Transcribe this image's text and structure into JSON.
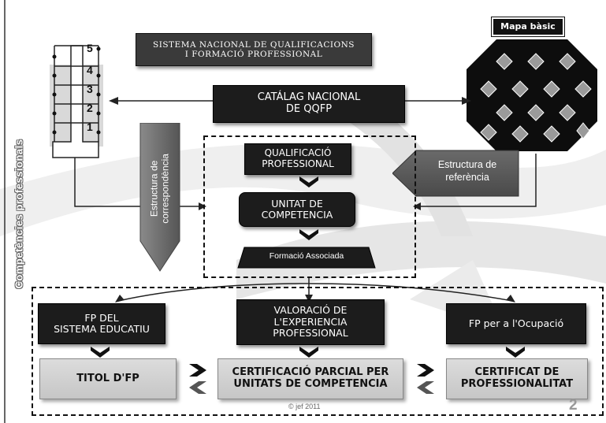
{
  "header": {
    "title": "SISTEMA NACIONAL DE QUALIFICACIONS\nI FORMACIÓ PROFESSIONAL",
    "map_label": "Mapa bàsic"
  },
  "catalog": {
    "label": "CATÁLAG NACIONAL\nDE QQFP"
  },
  "side_label": "Competències professionals",
  "levels": [
    "5",
    "4",
    "3",
    "2",
    "1"
  ],
  "correspondence_label": "Estructura de\ncorrespondència",
  "reference_label": "Estructura de\nreferència",
  "center": {
    "qualification": "QUALIFICACIÓ\nPROFESSIONAL",
    "unit": "UNITAT DE\nCOMPETENCIA",
    "training": "Formació Associada"
  },
  "paths": [
    {
      "top": "FP DEL\nSISTEMA EDUCATIU",
      "bottom": "TITOL D'FP"
    },
    {
      "top": "VALORACIÓ DE\nL'EXPERIENCIA\nPROFESSIONAL",
      "bottom": "CERTIFICACIÓ PARCIAL PER\nUNITATS DE COMPETENCIA"
    },
    {
      "top": "FP  per a l'Ocupació",
      "bottom": "CERTIFICAT DE\nPROFESSIONALITAT"
    }
  ],
  "footer": {
    "copyright": "© jef 2011",
    "page_number": "2"
  },
  "colors": {
    "dark_box": "#2b2b2b",
    "light_box": "#d4d4d4",
    "accent_arrow": "#6a6a6a"
  }
}
